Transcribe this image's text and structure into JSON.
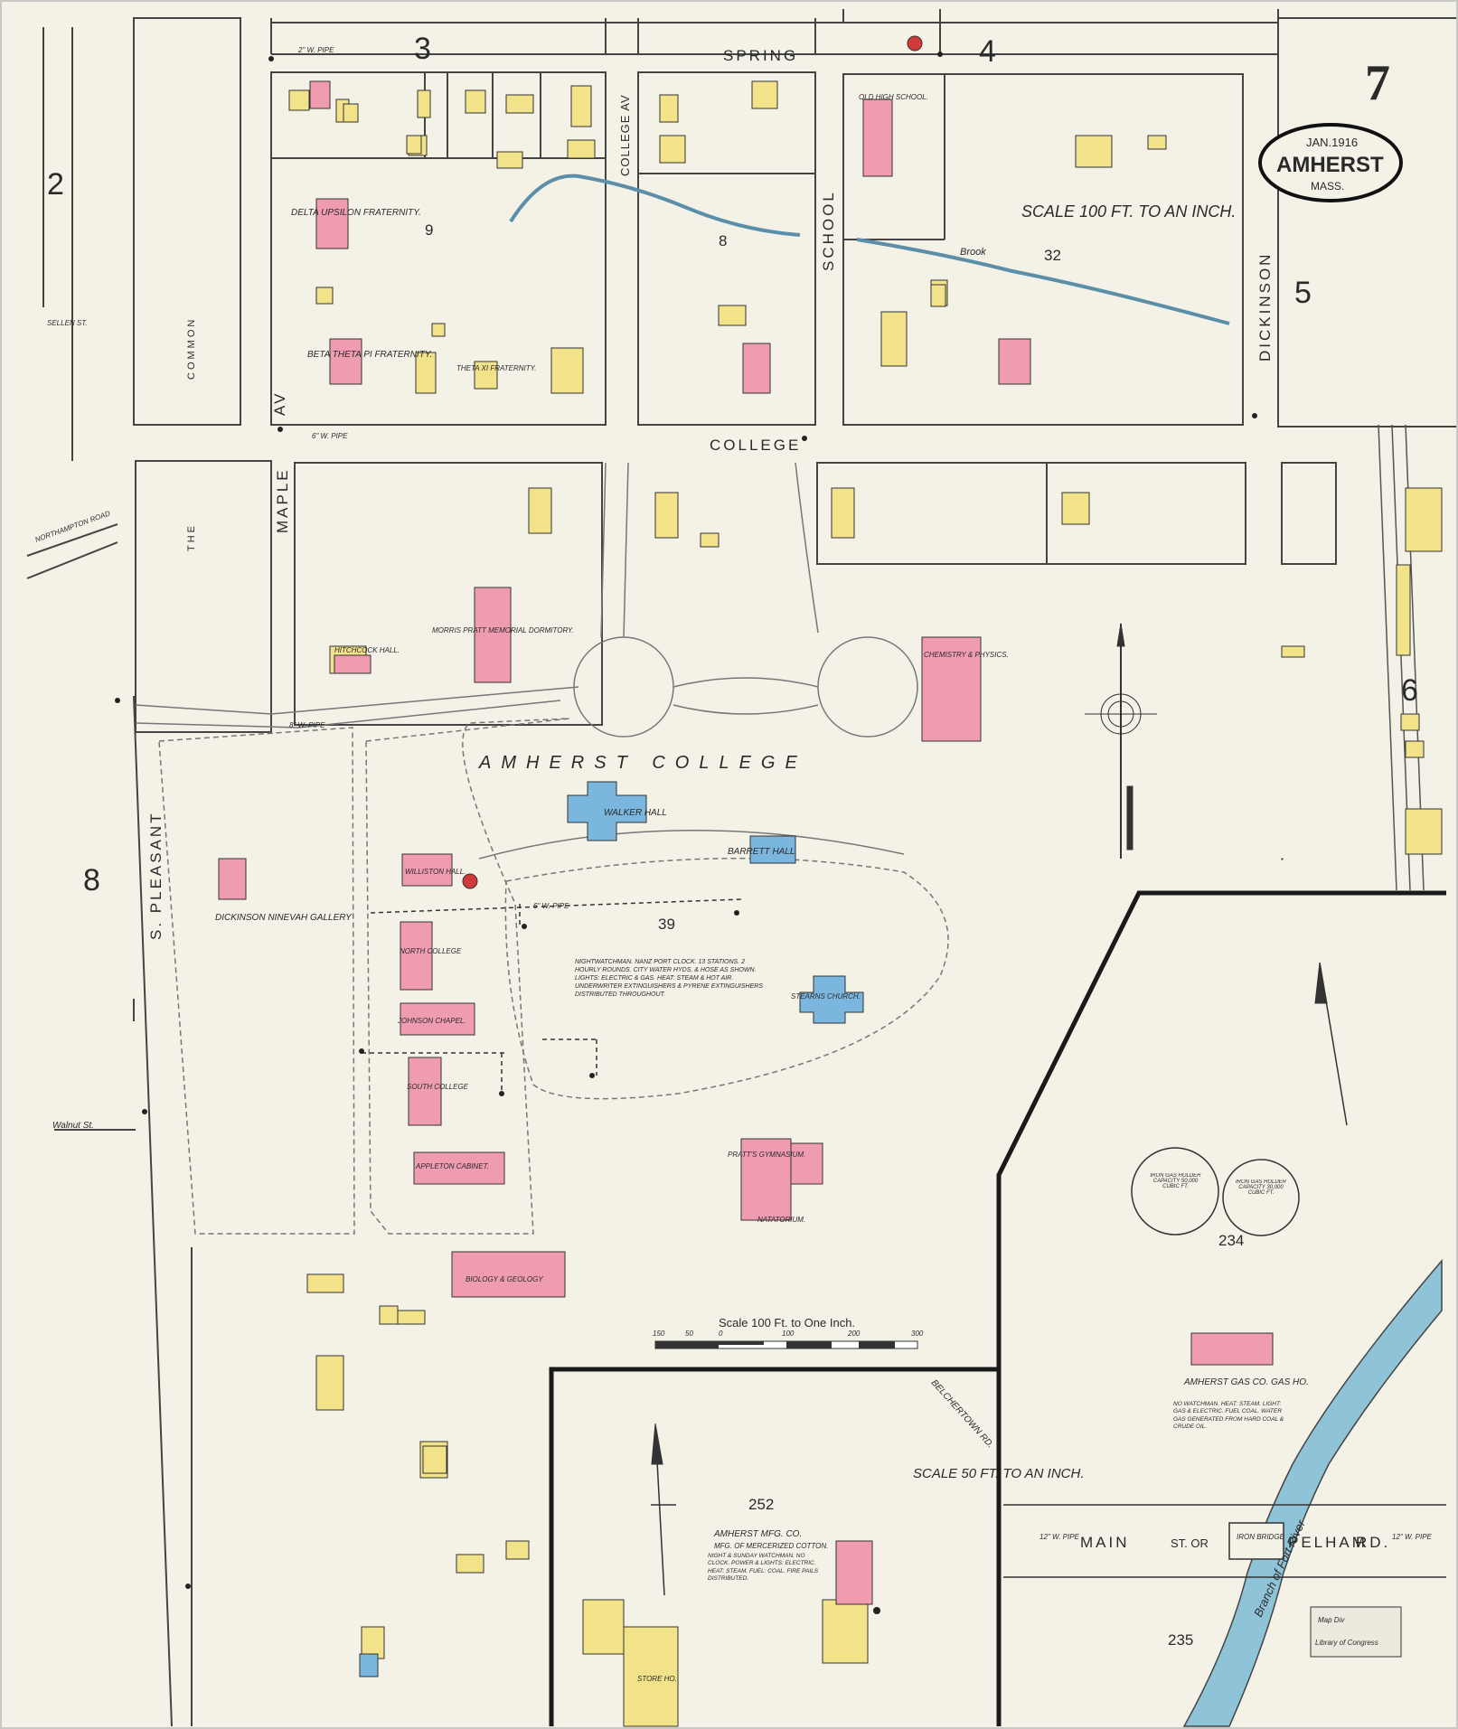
{
  "sheet": {
    "page_number": "7",
    "title_box": {
      "date": "JAN.1916",
      "town": "AMHERST",
      "state": "MASS."
    },
    "scale_main": "SCALE 100 FT. TO AN INCH.",
    "scale_inset": "SCALE 50 FT. TO AN INCH.",
    "scale_bar": {
      "caption": "Scale 100 Ft. to One Inch.",
      "ticks": [
        "150",
        "50",
        "0",
        "100",
        "200",
        "300"
      ]
    },
    "stamp": [
      "Map Div",
      "Library of Congress"
    ]
  },
  "adjacent_sheets": [
    "2",
    "3",
    "4",
    "5",
    "6",
    "8"
  ],
  "streets": {
    "spring": "SPRING",
    "college": "COLLEGE",
    "college_av": "COLLEGE AV",
    "school": "SCHOOL",
    "dickinson": "DICKINSON",
    "maple": "MAPLE",
    "maple_av": "AV",
    "common": "COMMON",
    "the": "THE",
    "pleasant": "S. PLEASANT",
    "walnut": "Walnut St.",
    "sellen": "SELLEN ST.",
    "northampton": "NORTHAMPTON ROAD",
    "belchertown": "BELCHERTOWN RD.",
    "main": "MAIN",
    "st_or": "ST. OR",
    "pelham": "PELHAM",
    "rd": "RD.",
    "brook": "Brook",
    "river": "Branch of Fort River",
    "iron_bridge": "IRON BRIDGE"
  },
  "blocks": [
    "9",
    "8",
    "32",
    "39",
    "234",
    "252",
    "235"
  ],
  "campus_title": "AMHERST COLLEGE",
  "buildings": {
    "delta_upsilon": "DELTA UPSILON FRATERNITY.",
    "beta_theta_pi": "BETA THETA PI FRATERNITY.",
    "theta_xi": "THETA XI FRATERNITY.",
    "old_high_school": "OLD HIGH SCHOOL.",
    "hitchcock": "HITCHCOCK HALL.",
    "morris_pratt": "MORRIS PRATT MEMORIAL DORMITORY.",
    "chemistry": "CHEMISTRY & PHYSICS.",
    "walker": "WALKER HALL",
    "barrett": "BARRETT HALL",
    "williston": "WILLISTON HALL.",
    "dickinson_gallery": "DICKINSON NINEVAH GALLERY",
    "north_college": "NORTH COLLEGE",
    "johnson": "JOHNSON CHAPEL.",
    "south_college": "SOUTH COLLEGE",
    "appleton": "APPLETON CABINET.",
    "stearns": "STEARNS CHURCH.",
    "pratt_gym": "PRATT'S GYMNASIUM.",
    "natatorium": "NATATORIUM.",
    "biology": "BIOLOGY & GEOLOGY",
    "gas_co": "AMHERST GAS CO. GAS HO.",
    "mfg_co": "AMHERST MFG. CO.",
    "mfg_sub": "MFG. OF MERCERIZED COTTON.",
    "store_ho": "STORE HO."
  },
  "notes": {
    "watchman": "NIGHTWATCHMAN. NANZ PORT CLOCK. 13 STATIONS. 2 HOURLY ROUNDS. CITY WATER HYDS. & HOSE AS SHOWN. LIGHTS: ELECTRIC & GAS. HEAT: STEAM & HOT AIR. UNDERWRITER EXTINGUISHERS & PYRENE EXTINGUISHERS DISTRIBUTED THROUGHOUT.",
    "gas_holder_1": "IRON GAS HOLDER CAPACITY 50,000 CUBIC FT.",
    "gas_holder_2": "IRON GAS HOLDER CAPACITY 30,000 CUBIC FT.",
    "gas_co_note": "NO WATCHMAN. HEAT: STEAM. LIGHT: GAS & ELECTRIC. FUEL COAL. WATER GAS GENERATED FROM HARD COAL & CRUDE OIL.",
    "mfg_note": "NIGHT & SUNDAY WATCHMAN. NO CLOCK. POWER & LIGHTS: ELECTRIC. HEAT: STEAM. FUEL: COAL. FIRE PAILS DISTRIBUTED."
  },
  "pipes": {
    "pipe_2w": "2\" W. PIPE",
    "pipe_6w": "6\" W. PIPE",
    "pipe_8w": "8\" W. PIPE",
    "pipe_12w": "12\" W. PIPE"
  },
  "colors": {
    "paper": "#f4f1e7",
    "frame": "#c8c8c4",
    "dwelling_yellow": "#f2e38a",
    "brick_pink": "#ef9bb0",
    "stone_blue": "#7ab6dd",
    "water": "#8fc4d8",
    "ink": "#2a2a2a"
  }
}
